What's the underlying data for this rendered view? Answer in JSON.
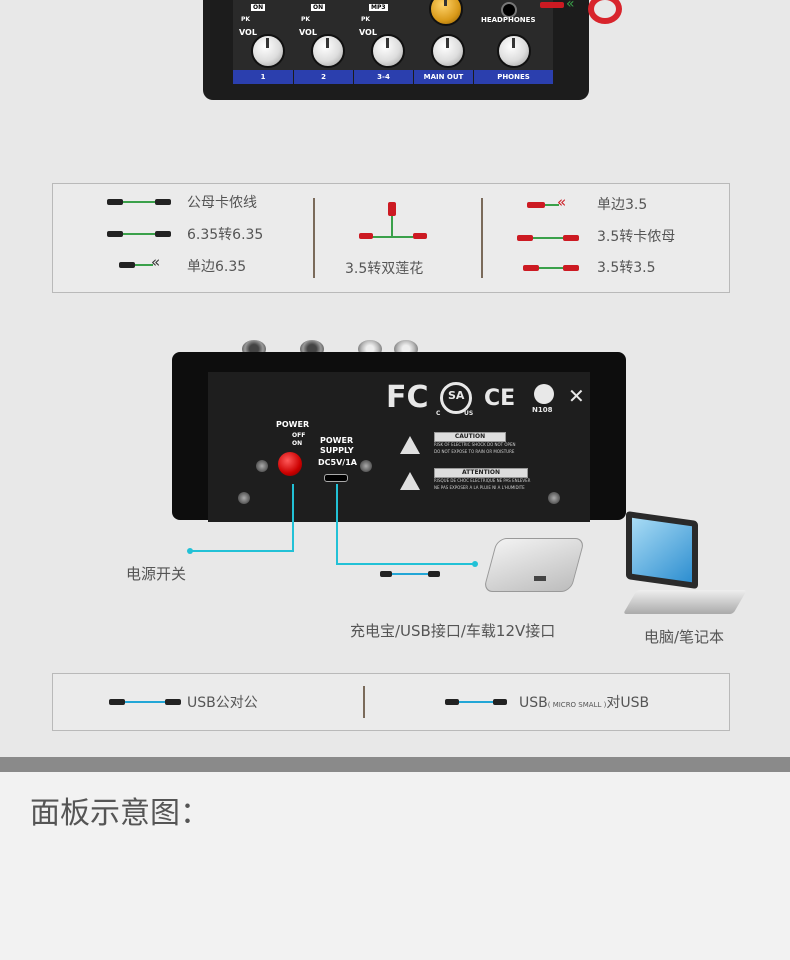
{
  "mixer_panel": {
    "channels": [
      {
        "switch_label": "ON",
        "pk_label": "PK",
        "vol_label": "VOL",
        "bar_label": "1"
      },
      {
        "switch_label": "ON",
        "pk_label": "PK",
        "vol_label": "VOL",
        "bar_label": "2"
      },
      {
        "switch_label": "MP3",
        "pk_label": "PK",
        "vol_label": "VOL",
        "bar_label": "3-4"
      }
    ],
    "main_out_label": "MAIN OUT",
    "headphones_label": "HEADPHONES",
    "phones_label": "PHONES",
    "accent_color": "#2b3fae"
  },
  "cable_legend_top": {
    "left": [
      {
        "label": "公母卡侬线",
        "color": "#3aa04a"
      },
      {
        "label": "6.35转6.35",
        "color": "#3aa04a"
      },
      {
        "label": "单边6.35",
        "color": "#3aa04a"
      }
    ],
    "middle": {
      "label": "3.5转双莲花",
      "color": "#3aa04a"
    },
    "right": [
      {
        "label": "单边3.5",
        "color": "#cc1a22"
      },
      {
        "label": "3.5转卡侬母",
        "color": "#cc1a22"
      },
      {
        "label": "3.5转3.5",
        "color": "#cc1a22"
      }
    ]
  },
  "rear_panel": {
    "power_label": "POWER",
    "off_label": "OFF",
    "on_label": "ON",
    "power_supply_label_1": "POWER",
    "power_supply_label_2": "SUPPLY",
    "dc_label": "DC5V/1A",
    "cert_fc": "FC",
    "cert_ce": "CE",
    "cert_csa": "SA",
    "cert_csa_c": "C",
    "cert_csa_us": "US",
    "cert_n108": "N108",
    "caution_title": "CAUTION",
    "caution_sub_1": "RISK OF ELECTRIC SHOCK DO NOT OPEN",
    "caution_sub_2": "DO NOT EXPOSE TO RAIN OR MOISTURE",
    "attention_title": "ATTENTION",
    "attention_sub_1": "RISQUE DE CHOC ELECTRIQUE NE PAS ENLEVER",
    "attention_sub_2": "NE PAS EXPOSER A LA PLUIE NI A L'HUMIDITE"
  },
  "callouts": {
    "power_switch": "电源开关",
    "power_bank": "充电宝/USB接口/车载12V接口",
    "laptop": "电脑/笔记本",
    "callout_color": "#22c1d6"
  },
  "cable_legend_bottom": {
    "left_label": "USB公对公",
    "right_label_prefix": "USB",
    "right_label_small": "( MICRO SMALL )",
    "right_label_suffix": "对USB",
    "cable_color": "#22a6d6"
  },
  "section_title": "面板示意图："
}
